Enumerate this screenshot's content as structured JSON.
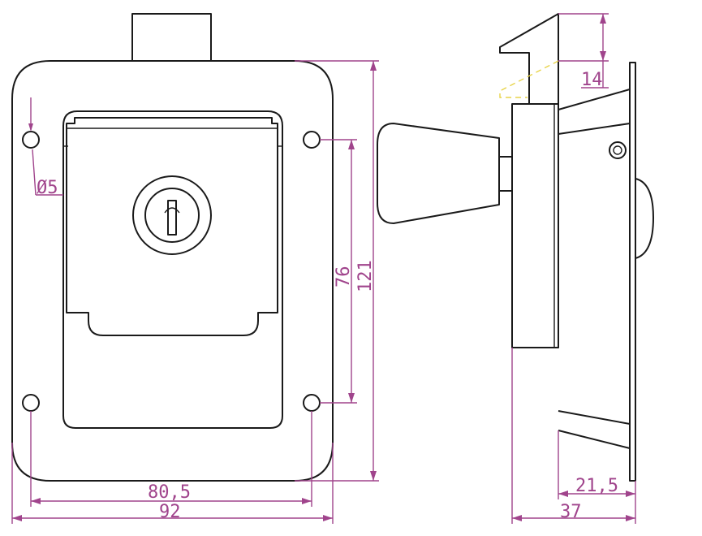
{
  "drawing": {
    "front_view": {
      "name": "front-view"
    },
    "side_view": {
      "name": "side-view"
    }
  },
  "dimensions": {
    "hole_diameter": "Ø5",
    "hole_spacing_vertical": "76",
    "overall_height": "121",
    "hole_spacing_horizontal": "80,5",
    "overall_width": "92",
    "hook_height": "14",
    "flange_depth": "21,5",
    "overall_depth": "37"
  },
  "colors": {
    "outline": "#1a1a1a",
    "dimension": "#a0448c",
    "hidden": "#e8d44a"
  }
}
